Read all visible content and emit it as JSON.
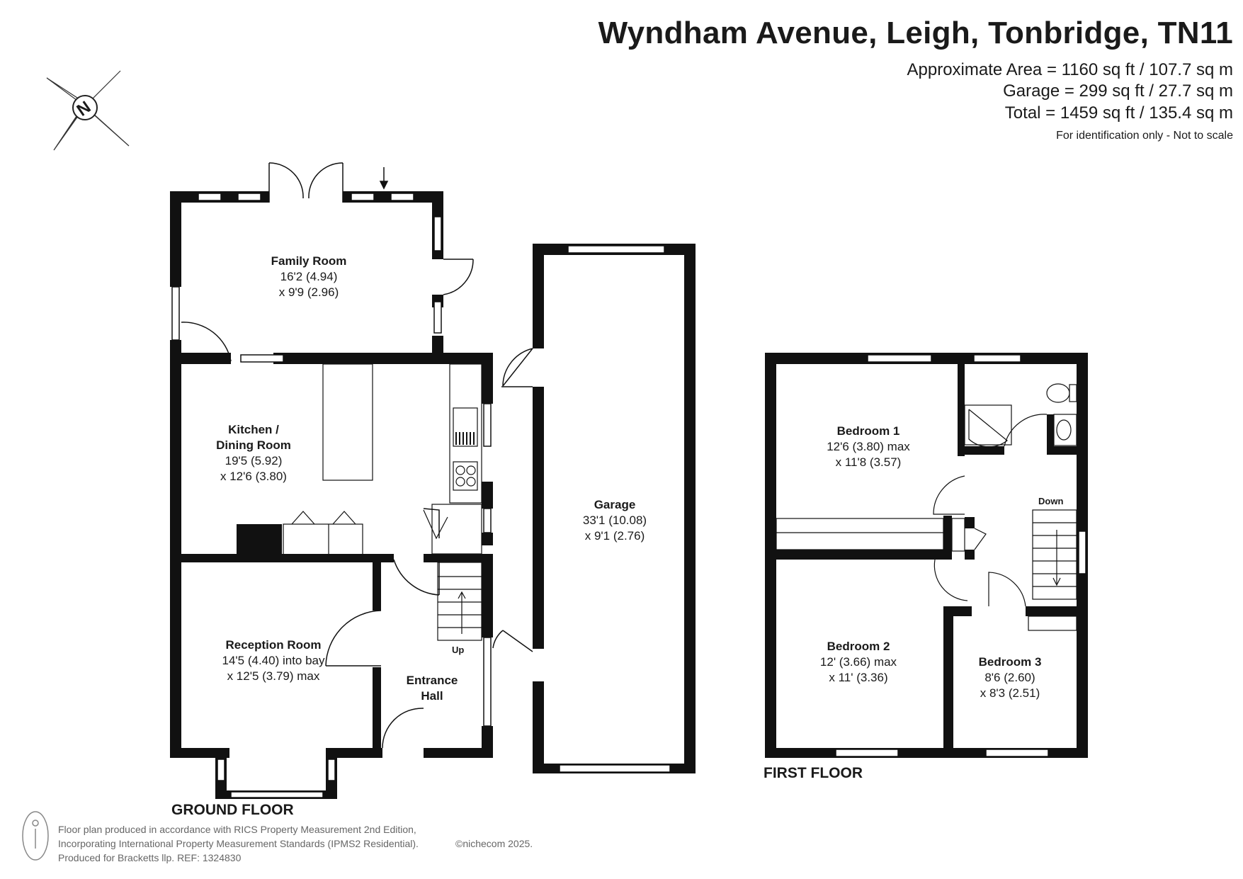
{
  "header": {
    "title": "Wyndham Avenue, Leigh, Tonbridge, TN11",
    "area_lines": [
      "Approximate Area = 1160 sq ft / 107.7 sq m",
      "Garage = 299 sq ft / 27.7 sq m",
      "Total = 1459 sq ft / 135.4 sq m"
    ],
    "note": "For identification only - Not to scale"
  },
  "compass": {
    "letter": "N",
    "icon": "compass-rose-icon"
  },
  "rooms": {
    "family": {
      "name": "Family Room",
      "dim1": "16'2 (4.94)",
      "dim2": "x 9'9 (2.96)"
    },
    "kitchen": {
      "name1": "Kitchen /",
      "name2": "Dining Room",
      "dim1": "19'5 (5.92)",
      "dim2": "x 12'6 (3.80)"
    },
    "reception": {
      "name": "Reception Room",
      "dim1": "14'5 (4.40) into bay",
      "dim2": "x 12'5 (3.79) max"
    },
    "hall": {
      "name1": "Entrance",
      "name2": "Hall"
    },
    "garage": {
      "name": "Garage",
      "dim1": "33'1 (10.08)",
      "dim2": "x 9'1 (2.76)"
    },
    "bed1": {
      "name": "Bedroom 1",
      "dim1": "12'6 (3.80) max",
      "dim2": "x 11'8 (3.57)"
    },
    "bed2": {
      "name": "Bedroom 2",
      "dim1": "12' (3.66) max",
      "dim2": "x 11' (3.36)"
    },
    "bed3": {
      "name": "Bedroom 3",
      "dim1": "8'6 (2.60)",
      "dim2": "x 8'3 (2.51)"
    }
  },
  "stairs": {
    "up": "Up",
    "down": "Down"
  },
  "floors": {
    "ground": "GROUND FLOOR",
    "first": "FIRST FLOOR"
  },
  "footer": {
    "line1": "Floor plan produced in accordance with RICS Property Measurement 2nd Edition,",
    "line2": "Incorporating International Property Measurement Standards (IPMS2 Residential).",
    "copyright": "©nichecom 2025.",
    "line3": "Produced for Bracketts llp.   REF:  1324830"
  }
}
